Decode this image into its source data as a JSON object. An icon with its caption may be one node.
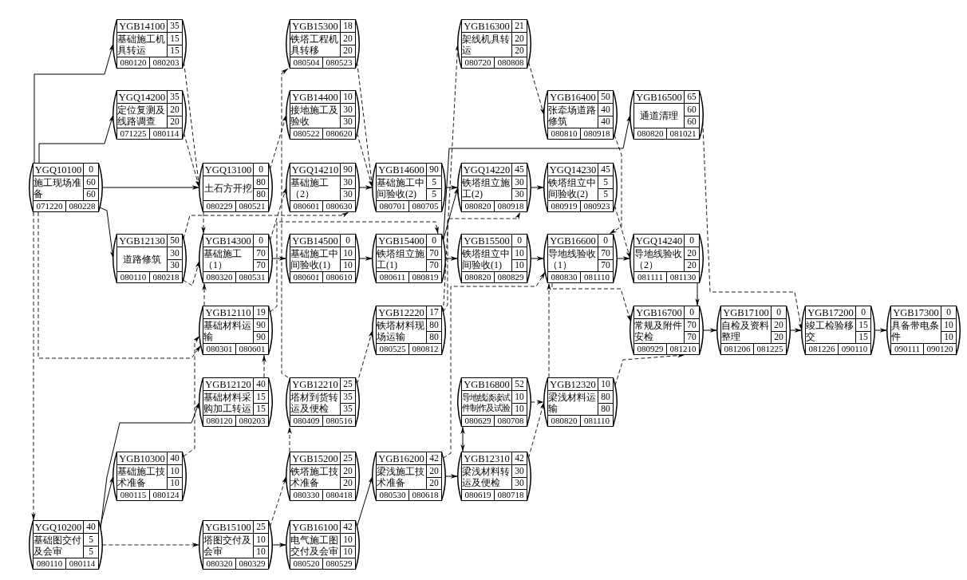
{
  "diagram": {
    "nodes": [
      {
        "text": [
          "YGB14100",
          "35",
          "基础施工机具转运",
          "15",
          "15",
          "080120",
          "080203"
        ]
      },
      {
        "text": [
          "YGB15300",
          "18",
          "铁塔工程机具转移",
          "20",
          "20",
          "080504",
          "080523"
        ]
      },
      {
        "text": [
          "YGB16300",
          "21",
          "架线机具转运",
          "20",
          "20",
          "080720",
          "080808"
        ]
      },
      {
        "text": [
          "YGQ14200",
          "35",
          "定位复测及线路调查",
          "20",
          "20",
          "071225",
          "080114"
        ]
      },
      {
        "text": [
          "YGB14400",
          "10",
          "接地施工及验收",
          "30",
          "30",
          "080522",
          "080620"
        ]
      },
      {
        "text": [
          "YGB16400",
          "50",
          "张牵场道路修筑",
          "40",
          "40",
          "080810",
          "080918"
        ]
      },
      {
        "text": [
          "YGB16500",
          "65",
          "通道清理",
          "60",
          "60",
          "080820",
          "081021"
        ]
      },
      {
        "text": [
          "YGQ10100",
          "0",
          "施工现场准备",
          "60",
          "60",
          "071220",
          "080228"
        ]
      },
      {
        "text": [
          "YGQ13100",
          "0",
          "土石方开挖",
          "80",
          "80",
          "080229",
          "080521"
        ]
      },
      {
        "text": [
          "YGQ14210",
          "90",
          "基础施工（2）",
          "30",
          "30",
          "080601",
          "080630"
        ]
      },
      {
        "text": [
          "YGB14600",
          "90",
          "基础施工中间验收(2)",
          "5",
          "5",
          "080701",
          "080705"
        ]
      },
      {
        "text": [
          "YGQ14220",
          "45",
          "铁塔组立施工(2)",
          "30",
          "30",
          "080820",
          "080918"
        ]
      },
      {
        "text": [
          "YGQ14230",
          "45",
          "铁塔组立中间验收(2)",
          "5",
          "5",
          "080919",
          "080923"
        ]
      },
      {
        "text": [
          "YGB12130",
          "50",
          "道路修筑",
          "30",
          "30",
          "080110",
          "080218"
        ]
      },
      {
        "text": [
          "YGB14300",
          "0",
          "基础施工（1）",
          "70",
          "70",
          "080320",
          "080531"
        ]
      },
      {
        "text": [
          "YGB14500",
          "0",
          "基础施工中间验收(1)",
          "10",
          "10",
          "080601",
          "080610"
        ]
      },
      {
        "text": [
          "YGB15400",
          "0",
          "铁塔组立施工(1)",
          "70",
          "70",
          "080611",
          "080819"
        ]
      },
      {
        "text": [
          "YGB15500",
          "0",
          "铁塔组立中间验收(1)",
          "10",
          "10",
          "080820",
          "080829"
        ]
      },
      {
        "text": [
          "YGB16600",
          "0",
          "导地线验收（1）",
          "70",
          "70",
          "080830",
          "081110"
        ]
      },
      {
        "text": [
          "YGQ14240",
          "0",
          "导地线验收（2）",
          "20",
          "20",
          "081111",
          "081130"
        ]
      },
      {
        "text": [
          "YGB12110",
          "19",
          "基础材料运输",
          "90",
          "90",
          "080301",
          "080601"
        ]
      },
      {
        "text": [
          "YGB12220",
          "17",
          "铁塔材料现场运输",
          "80",
          "80",
          "080525",
          "080812"
        ]
      },
      {
        "text": [
          "YGB16700",
          "0",
          "常规及附件安检",
          "70",
          "70",
          "080929",
          "081210"
        ]
      },
      {
        "text": [
          "YGB17100",
          "0",
          "自检及资料整理",
          "20",
          "20",
          "081206",
          "081225"
        ]
      },
      {
        "text": [
          "YGB17200",
          "0",
          "竣工检验移交",
          "15",
          "15",
          "081226",
          "090110"
        ]
      },
      {
        "text": [
          "YGB17300",
          "0",
          "具备带电条件",
          "10",
          "10",
          "090111",
          "090120"
        ]
      },
      {
        "text": [
          "YGB12120",
          "40",
          "基础材料采购加工转运",
          "15",
          "15",
          "080120",
          "080203"
        ]
      },
      {
        "text": [
          "YGB12210",
          "25",
          "塔材到货转运及便检",
          "35",
          "35",
          "080409",
          "080516"
        ]
      },
      {
        "text": [
          "YGB16800",
          "52",
          "导地线淡读试件制作及试验",
          "10",
          "10",
          "080629",
          "080708"
        ]
      },
      {
        "text": [
          "YGB12320",
          "10",
          "梁浅材料运输",
          "80",
          "80",
          "080820",
          "081110"
        ]
      },
      {
        "text": [
          "YGB10300",
          "40",
          "基础施工技术准备",
          "10",
          "10",
          "080115",
          "080124"
        ]
      },
      {
        "text": [
          "YGB15200",
          "25",
          "铁塔施工技术准备",
          "20",
          "20",
          "080330",
          "080418"
        ]
      },
      {
        "text": [
          "YGB16200",
          "42",
          "梁浅施工技术准备",
          "20",
          "20",
          "080530",
          "080618"
        ]
      },
      {
        "text": [
          "YGB12310",
          "42",
          "梁浅材料转运及便检",
          "30",
          "30",
          "080619",
          "080718"
        ]
      },
      {
        "text": [
          "YGQ10200",
          "40",
          "基础图交付及会审",
          "5",
          "5",
          "080110",
          "080114"
        ]
      },
      {
        "text": [
          "YGB15100",
          "25",
          "塔图交付及会审",
          "10",
          "10",
          "080320",
          "080329"
        ]
      },
      {
        "text": [
          "YGB16100",
          "42",
          "电气施工图交付及会审",
          "10",
          "10",
          "080520",
          "080529"
        ]
      }
    ],
    "edges": [
      {
        "from": 7,
        "to": 0,
        "arrow": "to"
      },
      {
        "from": 7,
        "to": 3,
        "arrow": "to"
      },
      {
        "from": 7,
        "to": 8,
        "arrow": "to"
      },
      {
        "from": 7,
        "to": 13,
        "arrow": "to"
      },
      {
        "from": 7,
        "to": 34,
        "arrow": "to",
        "style": "dashed"
      },
      {
        "from": 7,
        "to": 20,
        "arrow": "to",
        "style": "dashed"
      },
      {
        "from": 0,
        "to": 8,
        "arrow": "to",
        "style": "dashed"
      },
      {
        "from": 3,
        "to": 8,
        "arrow": "to",
        "style": "dashed"
      },
      {
        "from": 13,
        "to": 9,
        "arrow": "to",
        "style": "dashed"
      },
      {
        "from": 8,
        "to": 14,
        "arrow": "to",
        "style": "dashed"
      },
      {
        "from": 8,
        "to": 4,
        "arrow": "to",
        "style": "dashed"
      },
      {
        "from": 14,
        "to": 9,
        "arrow": "to",
        "style": "dashed"
      },
      {
        "from": 14,
        "to": 15,
        "arrow": "to"
      },
      {
        "from": 34,
        "to": 30,
        "arrow": "to"
      },
      {
        "from": 34,
        "to": 26,
        "arrow": "to"
      },
      {
        "from": 34,
        "to": 35,
        "arrow": "to",
        "style": "dashed"
      },
      {
        "from": 26,
        "to": 20,
        "arrow": "to",
        "style": "dashed"
      },
      {
        "from": 35,
        "to": 36,
        "arrow": "to"
      },
      {
        "from": 35,
        "to": 31,
        "arrow": "to",
        "style": "dashed"
      },
      {
        "from": 31,
        "to": 27,
        "arrow": "to",
        "style": "dashed"
      },
      {
        "from": 27,
        "to": 21,
        "arrow": "to",
        "style": "dashed"
      },
      {
        "from": 36,
        "to": 32,
        "arrow": "to"
      },
      {
        "from": 32,
        "to": 33,
        "arrow": "to"
      },
      {
        "from": 9,
        "to": 10,
        "arrow": "to"
      },
      {
        "from": 15,
        "to": 16,
        "arrow": "to"
      },
      {
        "from": 10,
        "to": 11,
        "arrow": "to"
      },
      {
        "from": 16,
        "to": 17,
        "arrow": "to"
      },
      {
        "from": 11,
        "to": 12,
        "arrow": "to"
      },
      {
        "from": 17,
        "to": 18,
        "arrow": "to"
      },
      {
        "from": 18,
        "to": 19,
        "arrow": "to"
      },
      {
        "from": 12,
        "to": 19,
        "arrow": "to",
        "style": "dashed"
      },
      {
        "from": 19,
        "to": 22,
        "arrow": "to"
      },
      {
        "from": 22,
        "to": 23,
        "arrow": "to"
      },
      {
        "from": 23,
        "to": 24,
        "arrow": "to"
      },
      {
        "from": 24,
        "to": 25,
        "arrow": "to"
      },
      {
        "from": 6,
        "to": 24,
        "arrow": "to",
        "style": "dashed"
      },
      {
        "from": 16,
        "to": 6,
        "arrow": "to"
      },
      {
        "from": 2,
        "to": 5,
        "arrow": "to",
        "style": "dashed"
      },
      {
        "from": 5,
        "to": 18,
        "arrow": "to",
        "style": "dashed"
      },
      {
        "from": 28,
        "to": 29,
        "arrow": "to",
        "style": "dashed"
      },
      {
        "from": 33,
        "to": 29,
        "arrow": "to",
        "style": "dashed"
      },
      {
        "from": 29,
        "to": 22,
        "arrow": "to",
        "style": "dashed"
      },
      {
        "from": 28,
        "to": 33,
        "arrow": "both"
      },
      {
        "from": 1,
        "to": 10,
        "arrow": "to",
        "style": "dashed"
      },
      {
        "from": 4,
        "to": 10,
        "arrow": "to",
        "style": "dashed"
      },
      {
        "from": 27,
        "to": 1,
        "arrow": "to",
        "style": "dashed"
      },
      {
        "from": 16,
        "to": 11,
        "arrow": "to"
      },
      {
        "from": 21,
        "to": 2,
        "arrow": "to",
        "style": "dashed"
      },
      {
        "from": 29,
        "to": 18,
        "arrow": "to",
        "style": "dashed"
      },
      {
        "from": 20,
        "to": 14,
        "arrow": "to",
        "style": "dashed"
      },
      {
        "from": 30,
        "to": 20,
        "arrow": "to",
        "style": "dashed"
      },
      {
        "from": 21,
        "to": 11,
        "arrow": "to",
        "style": "dashed"
      },
      {
        "from": 32,
        "to": 18,
        "arrow": "to",
        "style": "dashed"
      },
      {
        "from": 18,
        "to": 22,
        "arrow": "to",
        "style": "dashed"
      },
      {
        "from": 20,
        "to": 16,
        "arrow": "to",
        "style": "dashed"
      },
      {
        "from": 13,
        "to": 14,
        "arrow": "to",
        "style": "dashed"
      }
    ]
  }
}
